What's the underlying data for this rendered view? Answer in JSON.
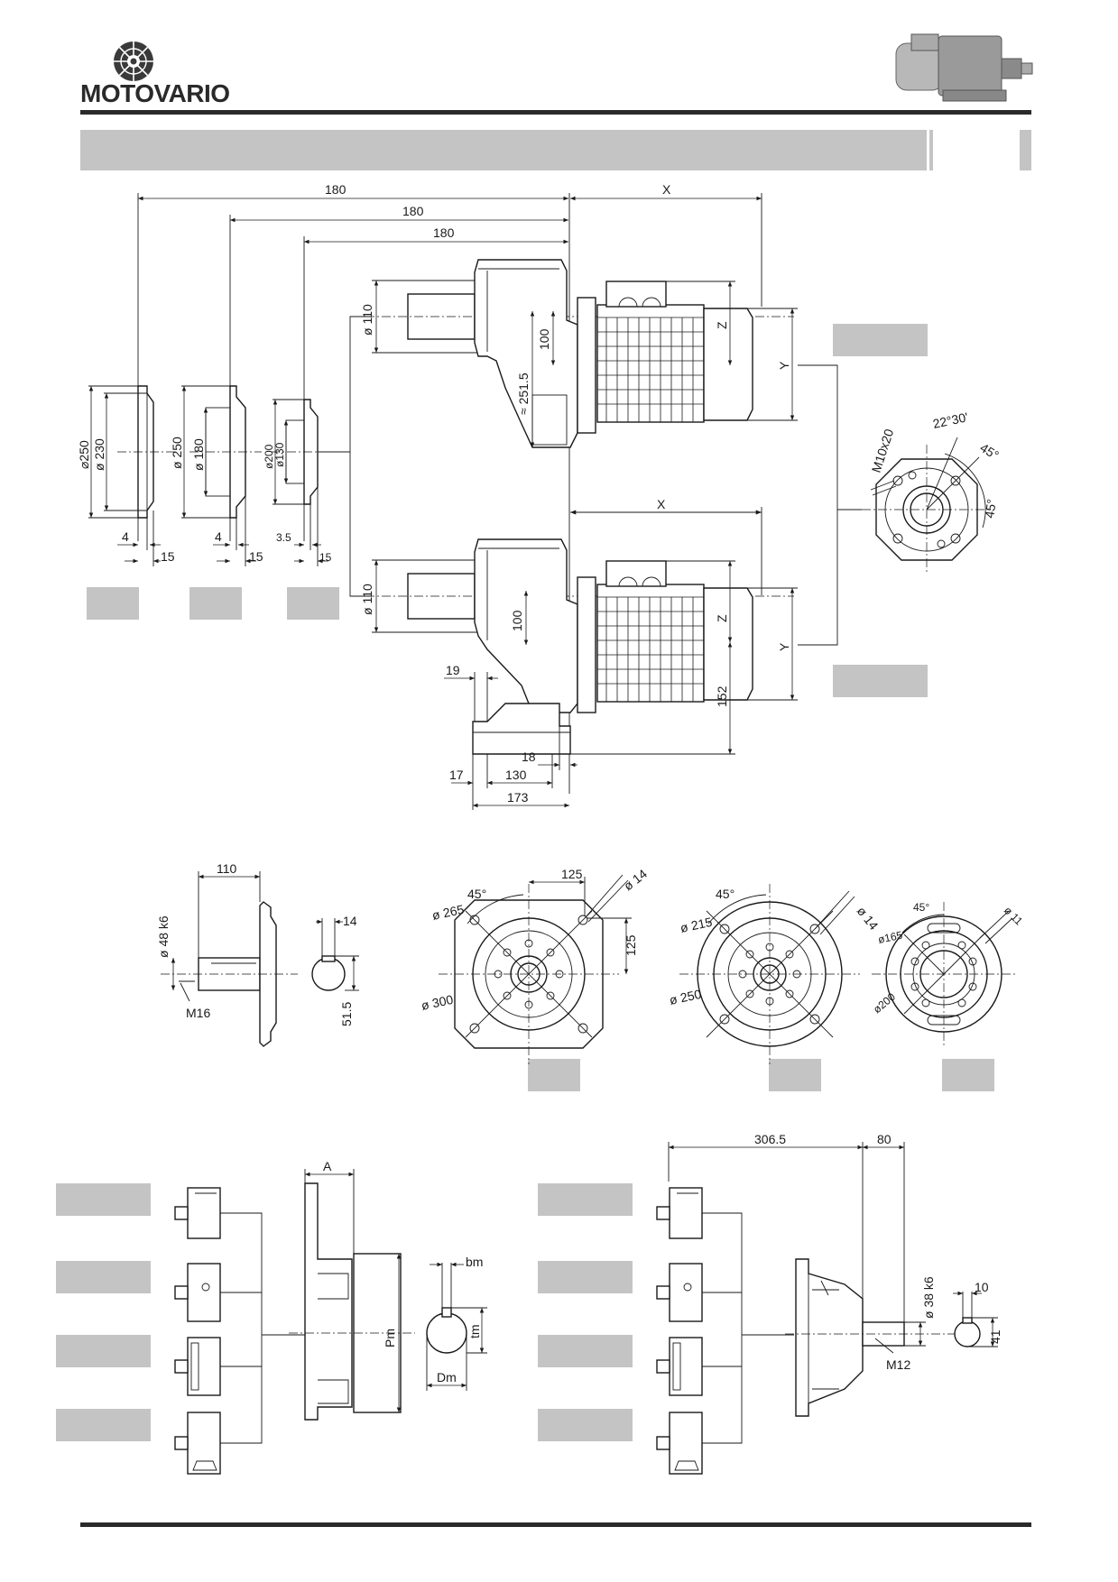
{
  "brand": {
    "name": "MOTOVARIO"
  },
  "top_views": {
    "dim_180": "180",
    "dim_x": "X",
    "dim_y": "Y",
    "dim_z": "Z",
    "dia_110": "ø 110",
    "dim_100": "100",
    "dim_251_5": "≈ 251.5",
    "dim_152": "152",
    "dim_19": "19",
    "dim_18": "18",
    "dim_17": "17",
    "dim_130": "130",
    "dim_173": "173"
  },
  "flanges": {
    "f1": {
      "sq": "⌀250",
      "dia": "ø 230",
      "d4": "4",
      "d15": "15"
    },
    "f2": {
      "dia_outer": "ø 250",
      "dia_inner": "ø 180",
      "d4": "4",
      "d15": "15"
    },
    "f3": {
      "dia_outer": "ø200",
      "dia_inner": "ø130",
      "d35": "3.5",
      "d15": "15"
    }
  },
  "flange_detail": {
    "thread": "M10x20",
    "angle1": "22°30'",
    "angle2": "45°",
    "angle3": "45°"
  },
  "shaft_detail": {
    "d110": "110",
    "dia": "ø 48 k6",
    "thread": "M16",
    "key": "14",
    "height": "51.5"
  },
  "square_flange": {
    "angle": "45°",
    "d125a": "125",
    "d125b": "125",
    "hole": "ø 14",
    "d265": "ø 265",
    "d300": "ø 300"
  },
  "round_flange": {
    "angle": "45°",
    "d215": "ø 215",
    "hole": "ø 14",
    "d250": "ø 250"
  },
  "small_flange": {
    "angle": "45°",
    "hole": "ø 11",
    "d165": "ø165",
    "d200": "ø200"
  },
  "hollow_shaft": {
    "a": "A",
    "pm": "Pm",
    "bm": "bm",
    "tm": "tm",
    "dm": "Dm"
  },
  "output_shaft": {
    "d306_5": "306.5",
    "d80": "80",
    "dia": "ø 38 k6",
    "key": "10",
    "height": "41",
    "thread": "M12"
  }
}
